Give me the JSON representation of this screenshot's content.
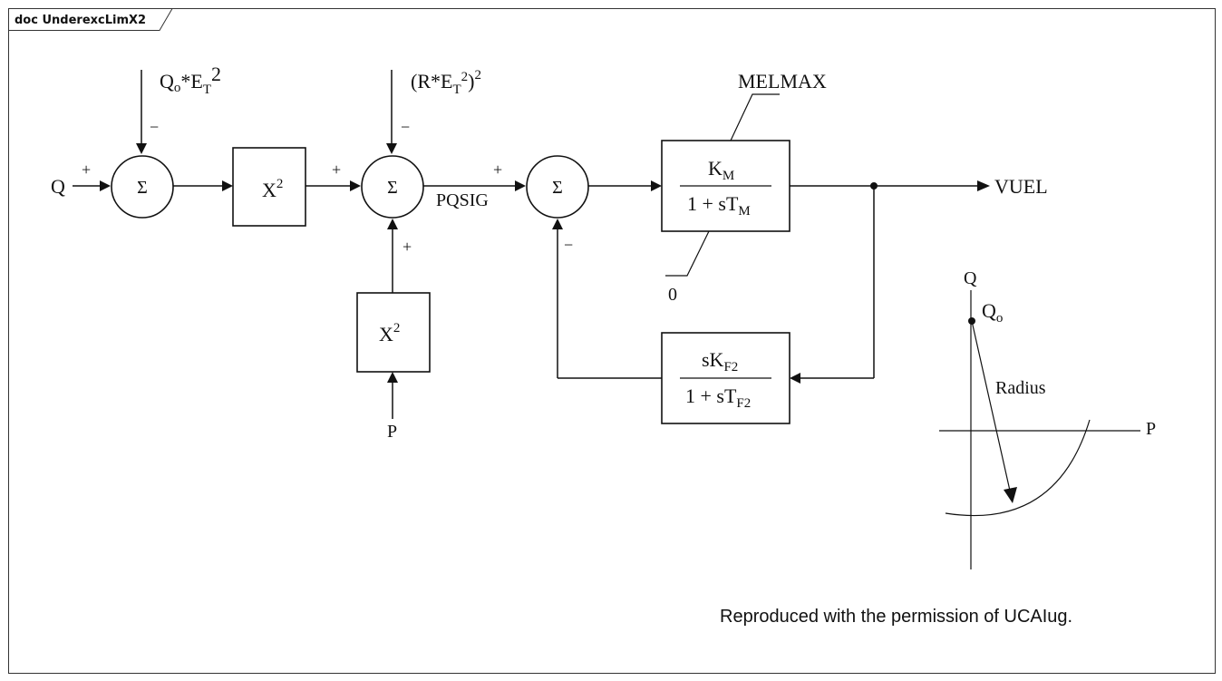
{
  "frame": {
    "tab_label": "doc UnderexcLimX2"
  },
  "inputs": {
    "q": "Q",
    "qo_main": "Q",
    "qo_sub": "o",
    "qo_mid": "*E",
    "qo_tsub": "T",
    "qo_sup": "2",
    "r_open": "(R*E",
    "r_tsub": "T",
    "r_sup1": "2",
    "r_close": ")",
    "r_sup2": "2",
    "p": "P"
  },
  "signs": {
    "s1_plus": "+",
    "s1_minus": "−",
    "s2_plus_left": "+",
    "s2_minus_top": "−",
    "s2_plus_bottom": "+",
    "s3_plus": "+",
    "s3_minus": "−"
  },
  "summing": {
    "symbol": "Σ"
  },
  "square_block": {
    "main": "X",
    "sup": "2"
  },
  "signals": {
    "pqsig": "PQSIG",
    "output": "VUEL"
  },
  "limiter": {
    "max": "MELMAX",
    "min": "0"
  },
  "main_block": {
    "num_main": "K",
    "num_sub": "M",
    "den_main": "1 + sT",
    "den_sub": "M"
  },
  "feedback_block": {
    "num_main": "sK",
    "num_sub": "F2",
    "den_main": "1 + sT",
    "den_sub": "F2"
  },
  "circle_plot": {
    "axis_q": "Q",
    "axis_p": "P",
    "qo_main": "Q",
    "qo_sub": "o",
    "radius": "Radius"
  },
  "caption": "Reproduced with the permission of UCAIug."
}
